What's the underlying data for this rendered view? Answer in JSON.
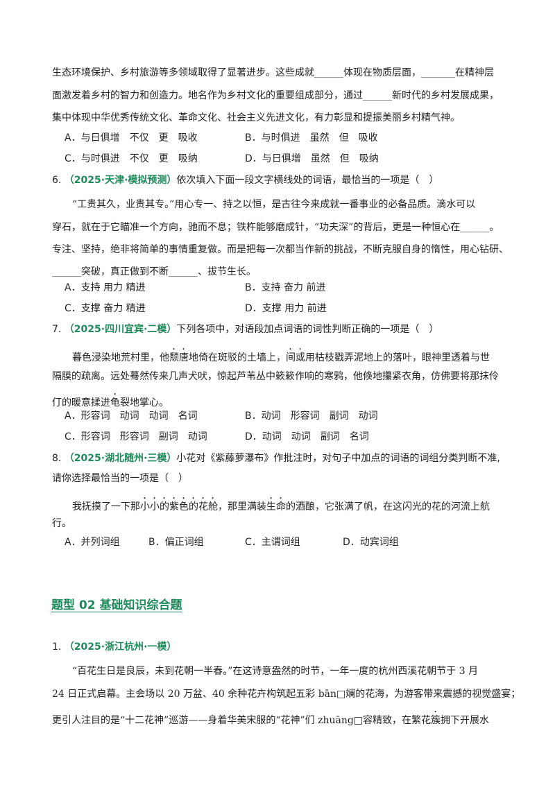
{
  "q5": {
    "para": [
      "生态环境保护、乡村旅游等多领域取得了显著进步。这些成就______体现在物质层面，_______在精神层",
      "面激发着乡村的智力和创造力。地名作为乡村文化的重要组成部分，通过______新时代的乡村发展成果，",
      "集中体现中华优秀传统文化、革命文化、社会主义先进文化，有力彰显和提振美丽乡村精气神。"
    ],
    "options": [
      "A．与日俱增　不仅　更　吸收",
      "B．与时俱进　虽然　但　吸收",
      "C．与时俱进　不仅　更　吸纳",
      "D．与日俱增　虽然　但　吸纳"
    ]
  },
  "q6": {
    "num": "6.",
    "source": "（2025·天津·模拟预测）",
    "stem": "依次填入下面一段文字横线处的词语，最恰当的一项是（　）",
    "para": [
      "“工贵其久，业贵其专。”用心专一、持之以恒，是古往今来成就一番事业的必备品质。滴水可以",
      "穿石，就在于它瞄准一个方向，驰而不息；铁杵能够磨成针，“功夫深”的背后，更是一种恒心在______。",
      "专注、坚持，绝非将简单的事情重复做。而是把每一次都当作新的挑战，不断克服自身的惰性，用心钻研、",
      "______突破，真正做到不断______、拔节生长。"
    ],
    "options": [
      "A．支持 用力 精进",
      "B．支持 奋力 前进",
      "C．支撑 奋力 精进",
      "D．支撑 用力 前进"
    ]
  },
  "q7": {
    "num": "7.",
    "source": "（2025·四川宜宾·二模）",
    "stem": "下列各项中，对语段加点词语的词性判断正确的一项是（　）",
    "p1_a": "暮色浸染地荒村里，他",
    "p1_d1": "颓唐",
    "p1_b": "地倚在斑驳的土墙上，",
    "p1_d2": "间或",
    "p1_c": "用枯枝戳弄泥地上的落叶，眼神里透着与世",
    "p2": "隔膜的疏离。远处蓦然传来几声犬吠，惊起芦苇丛中簌簌作响的寒鸦，他倏地攥紧衣角，仿佛要将那抹伶",
    "p3_a": "仃的暖意揉进",
    "p3_d": "龟",
    "p3_b": "裂地掌心。",
    "options": [
      "A．形容词　动词　动词　名词",
      "B．动词　形容词　副词　动词",
      "C．形容词　形容词　副词　动词",
      "D．动词　动词　副词　名词"
    ]
  },
  "q8": {
    "num": "8.",
    "source": "（2025·湖北随州·三模）",
    "stem": "小花对《紫藤萝瀑布》作批注时，对句子中加点的词语的词组分类判断不准,",
    "stem2": "请你选择最恰当的一项是（　）",
    "p1_a": "我抚摸了一下那",
    "p1_d1": "小小的紫色的花舱",
    "p1_b": "，那里满装",
    "p1_d2": "生命",
    "p1_c": "的酒酿，它张满了帆，在这闪光的花的河流上航",
    "p2": "行。",
    "options": [
      "A．并列词组",
      "B．偏正词组",
      "C．主谓词组",
      "D．动宾词组"
    ]
  },
  "section": "题型 02  基础知识综合题",
  "s1": {
    "num": "1.",
    "source": "（2025·浙江杭州·一模）",
    "p1": "“百花生日是良辰，未到花朝一半春。”在这诗意盎然的时节，一年一度的杭州西溪花朝节于 3 月",
    "p2": "24 日正式启幕。主会场以 20 万盆、40 余种花卉构筑起五彩 bān□斓的花海，为游客带来震撼的视觉盛宴；",
    "p3_a": "更引人注目的是“十二花神”巡游——身着华美宋服的“花神”们 zhuāng□容精致，在繁花",
    "p3_d": "簇",
    "p3_b": "拥下开展水"
  }
}
